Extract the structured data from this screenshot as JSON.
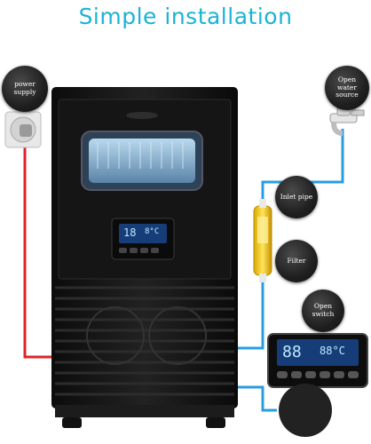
{
  "title": "Simple installation",
  "labels": {
    "power_supply": "power supply",
    "open_water_source": "Open water source",
    "inlet_pipe": "Inlet pipe",
    "filter": "Filter",
    "open_switch": "Open switch"
  },
  "machine_display": {
    "left_digits": "18",
    "right_digits": "8°C"
  },
  "panel_display": {
    "left_digits": "88",
    "right_digits": "88°C"
  },
  "colors": {
    "title": "#1bb3d6",
    "power_line": "#e0232a",
    "water_line": "#2a9de0",
    "machine_body": "#141414",
    "bubble": "#222222"
  },
  "icons": [
    "power-outlet-icon",
    "water-faucet-icon",
    "water-filter-icon",
    "control-panel-icon",
    "drain-icon"
  ]
}
